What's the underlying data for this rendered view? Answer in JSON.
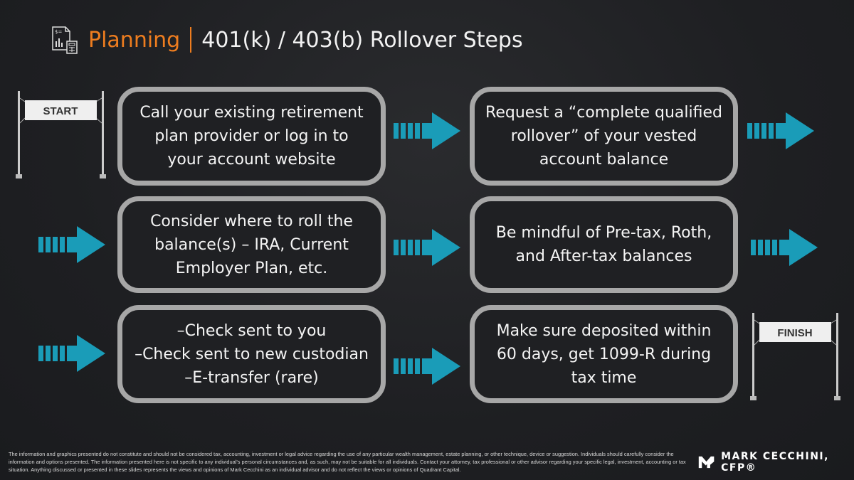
{
  "header": {
    "category": "Planning",
    "title": "401(k) / 403(b) Rollover Steps",
    "icon": "financial-report-calculator-icon"
  },
  "colors": {
    "accent": "#ee7d1f",
    "arrow": "#1a9cb8",
    "box_border": "#a7a7a7",
    "background": "#1f2023"
  },
  "flags": {
    "start": "START",
    "finish": "FINISH"
  },
  "steps": [
    {
      "text": "Call your existing retirement\nplan provider or log in to\nyour account website"
    },
    {
      "text": "Request a “complete qualified\nrollover” of your vested\naccount balance"
    },
    {
      "text": "Consider where to roll the\nbalance(s) – IRA, Current\nEmployer Plan, etc."
    },
    {
      "text": "Be mindful of Pre-tax, Roth,\nand After-tax balances"
    },
    {
      "text": "–Check sent to you\n–Check sent to new custodian\n–E-transfer (rare)"
    },
    {
      "text": "Make sure deposited within\n60 days, get 1099-R during\ntax time"
    }
  ],
  "footer": {
    "disclaimer": "The information and graphics presented do not constitute and should not be considered tax, accounting, investment or legal advice regarding the use of any particular wealth management, estate planning, or other technique, device or suggestion. Individuals should carefully consider the information and options presented. The information presented here is not specific to any individual's personal circumstances and, as such, may not be suitable for all individuals. Contact your attorney, tax professional or other advisor regarding your specific legal, investment, accounting or tax situation. Anything discussed or presented in these slides represents the views and opinions of Mark Cecchini as an individual advisor and do not reflect the views or opinions of Quadrant Capital.",
    "brand": "MARK CECCHINI, CFP®"
  }
}
